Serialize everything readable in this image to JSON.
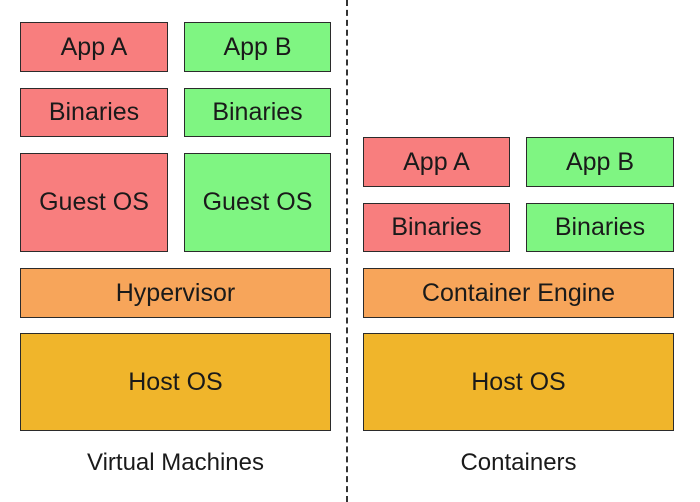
{
  "virtual_machines": {
    "app_a": "App A",
    "app_b": "App B",
    "binaries_a": "Binaries",
    "binaries_b": "Binaries",
    "guest_os_a": "Guest OS",
    "guest_os_b": "Guest OS",
    "hypervisor": "Hypervisor",
    "host_os": "Host OS",
    "caption": "Virtual Machines"
  },
  "containers": {
    "app_a": "App A",
    "app_b": "App B",
    "binaries_a": "Binaries",
    "binaries_b": "Binaries",
    "engine": "Container Engine",
    "host_os": "Host OS",
    "caption": "Containers"
  },
  "colors": {
    "app_a": "#f87e7e",
    "app_b": "#7ff582",
    "middleware": "#f7a55a",
    "host_os": "#f0b52b",
    "border": "#2b2b2b"
  }
}
